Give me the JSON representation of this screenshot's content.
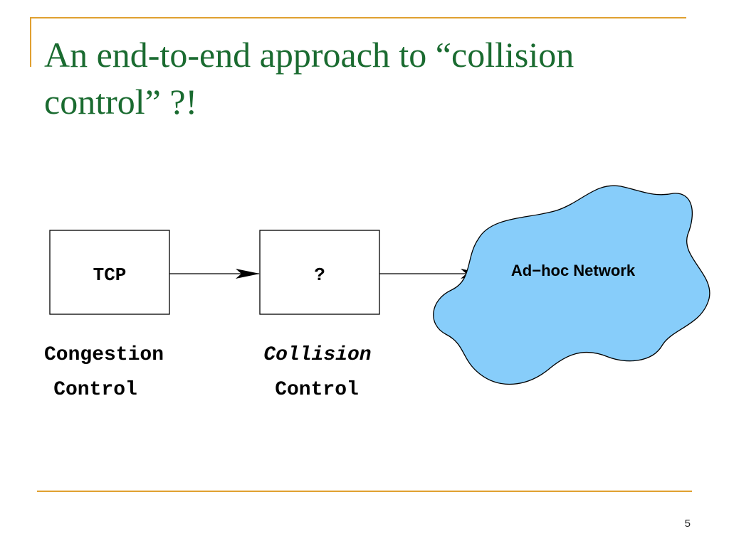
{
  "slide": {
    "title": "An end-to-end approach to “collision control” ?!",
    "page_number": "5"
  },
  "diagram": {
    "tcp_box_label": "TCP",
    "unknown_box_label": "?",
    "congestion_caption_line1": "Congestion",
    "congestion_caption_line2": "Control",
    "collision_caption_line1": "Collision",
    "collision_caption_line2": "Control",
    "network_label": "Ad−hoc Network",
    "colors": {
      "cloud_fill": "#87cdfa",
      "accent_line": "#e0a030",
      "title": "#1a6b30"
    }
  }
}
